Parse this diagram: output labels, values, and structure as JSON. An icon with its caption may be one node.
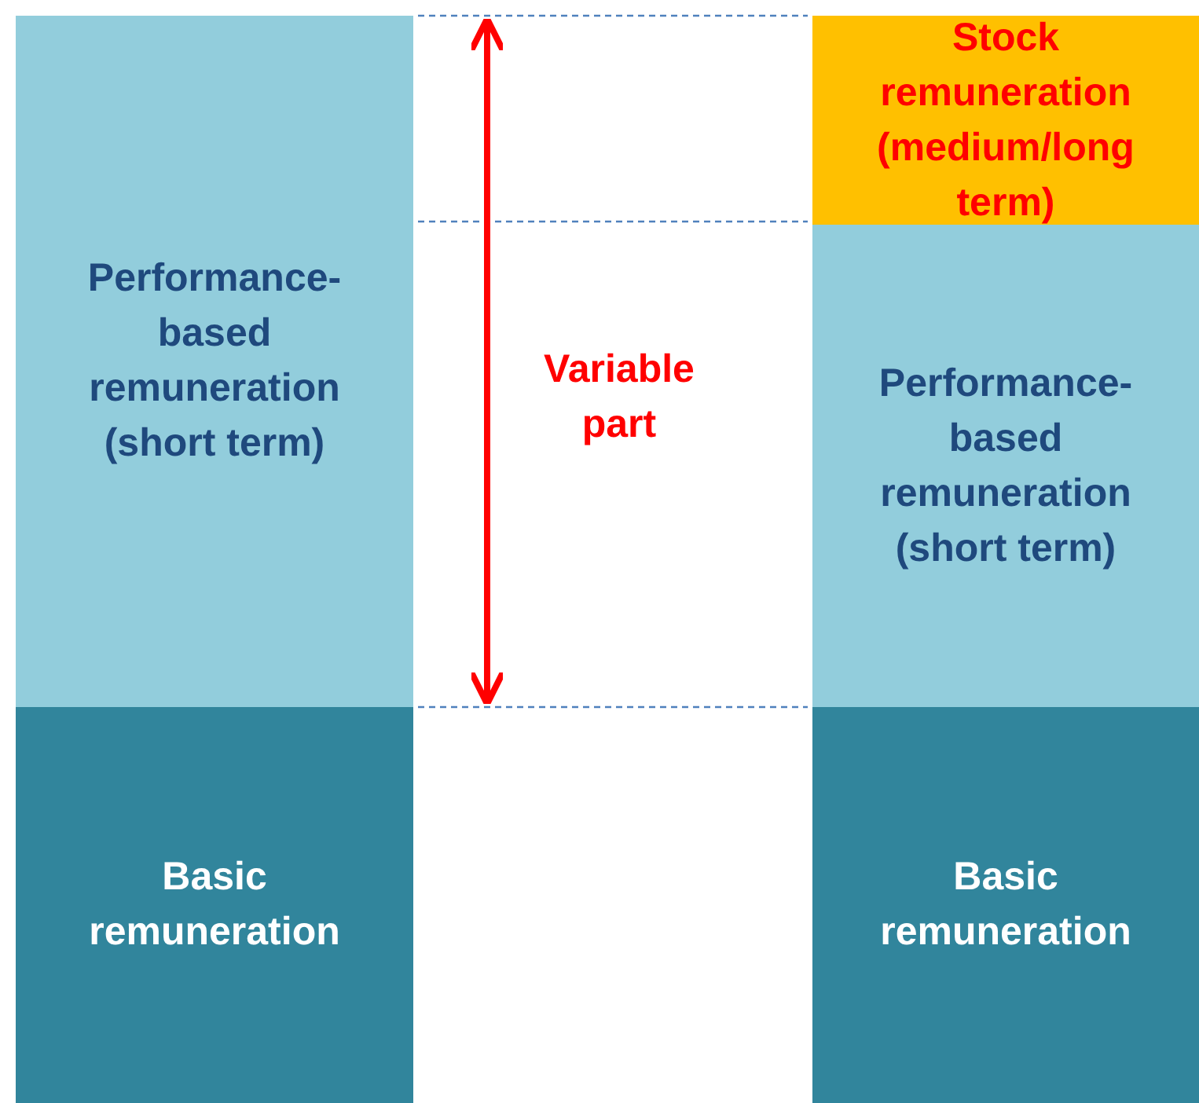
{
  "diagram": {
    "nodes": [
      {
        "text": [
          "Performance-based remuneration (short term)"
        ]
      },
      {
        "text": [
          "Basic remuneration"
        ]
      },
      {
        "text": [
          "Stock remuneration (medium/long term)"
        ]
      },
      {
        "text": [
          "Performance-based remuneration (short term)"
        ]
      },
      {
        "text": [
          "Basic remuneration"
        ]
      }
    ],
    "labels": [
      "Variable part"
    ]
  }
}
